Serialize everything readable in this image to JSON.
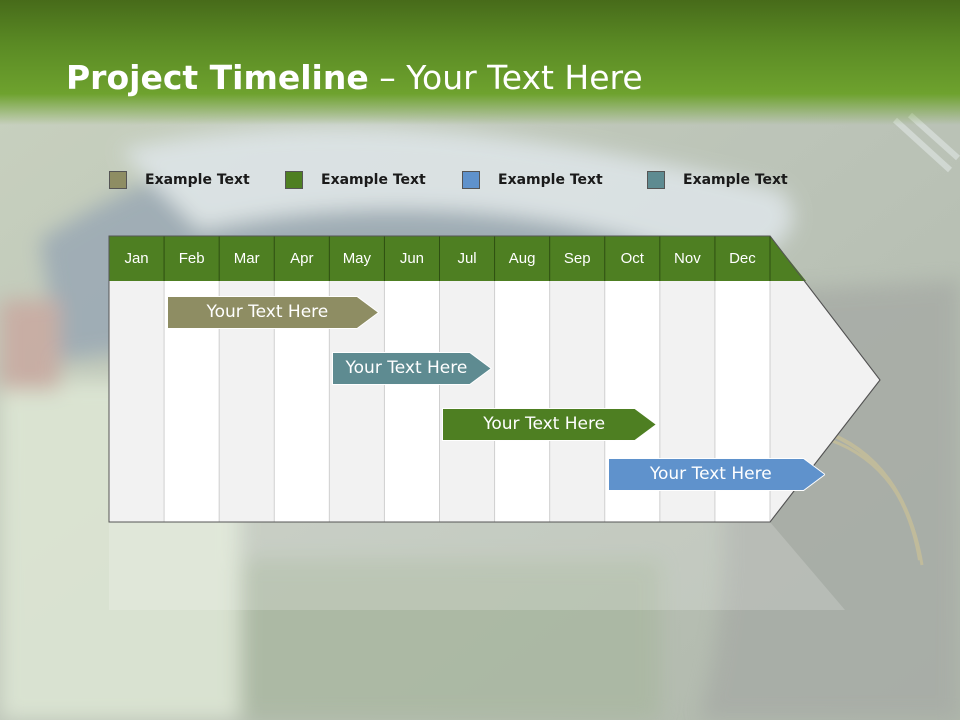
{
  "title": {
    "bold": "Project Timeline",
    "rest": " – Your Text Here"
  },
  "legend": [
    {
      "label": "Example Text",
      "color": "#8e8d63"
    },
    {
      "label": "Example Text",
      "color": "#4e7f22"
    },
    {
      "label": "Example Text",
      "color": "#5f92cc"
    },
    {
      "label": "Example Text",
      "color": "#5e8b91"
    }
  ],
  "timeline": {
    "months": [
      "Jan",
      "Feb",
      "Mar",
      "Apr",
      "May",
      "Jun",
      "Jul",
      "Aug",
      "Sep",
      "Oct",
      "Nov",
      "Dec"
    ],
    "header_color": "#4e7f22",
    "tasks": [
      {
        "label": "Your  Text Here",
        "start_month": 1.05,
        "end_month": 4.9,
        "color": "#8e8d63"
      },
      {
        "label": "Your  Text Here",
        "start_month": 4.05,
        "end_month": 6.95,
        "color": "#5e8b91"
      },
      {
        "label": "Your  Text Here",
        "start_month": 6.05,
        "end_month": 9.95,
        "color": "#4e7f22"
      },
      {
        "label": "Your  Text Here",
        "start_month": 9.05,
        "end_month": 13.0,
        "color": "#5f92cc"
      }
    ]
  }
}
